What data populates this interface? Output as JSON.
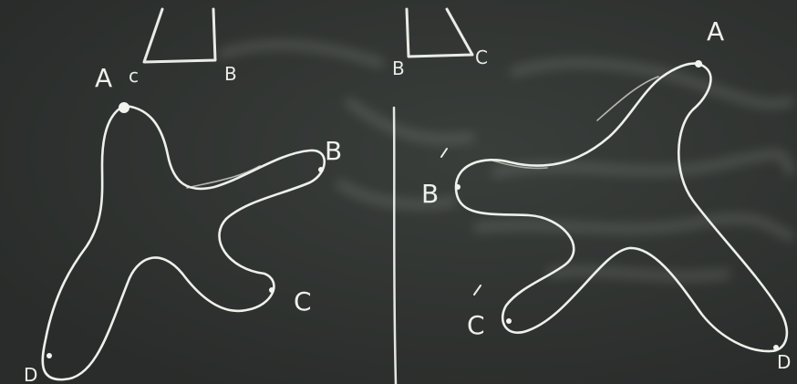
{
  "image": {
    "subject": "chalkboard",
    "board_color": "#2f3331",
    "chalk_color": "#e9ece6"
  },
  "left_figure": {
    "top_labels": {
      "c": "c",
      "b": "B"
    },
    "labels": {
      "a": "A",
      "b": "B",
      "c": "C",
      "d": "D"
    }
  },
  "right_figure": {
    "top_labels": {
      "b": "B",
      "c": "C"
    },
    "labels": {
      "a": "A",
      "b": "B",
      "c": "C",
      "d": "D"
    }
  }
}
